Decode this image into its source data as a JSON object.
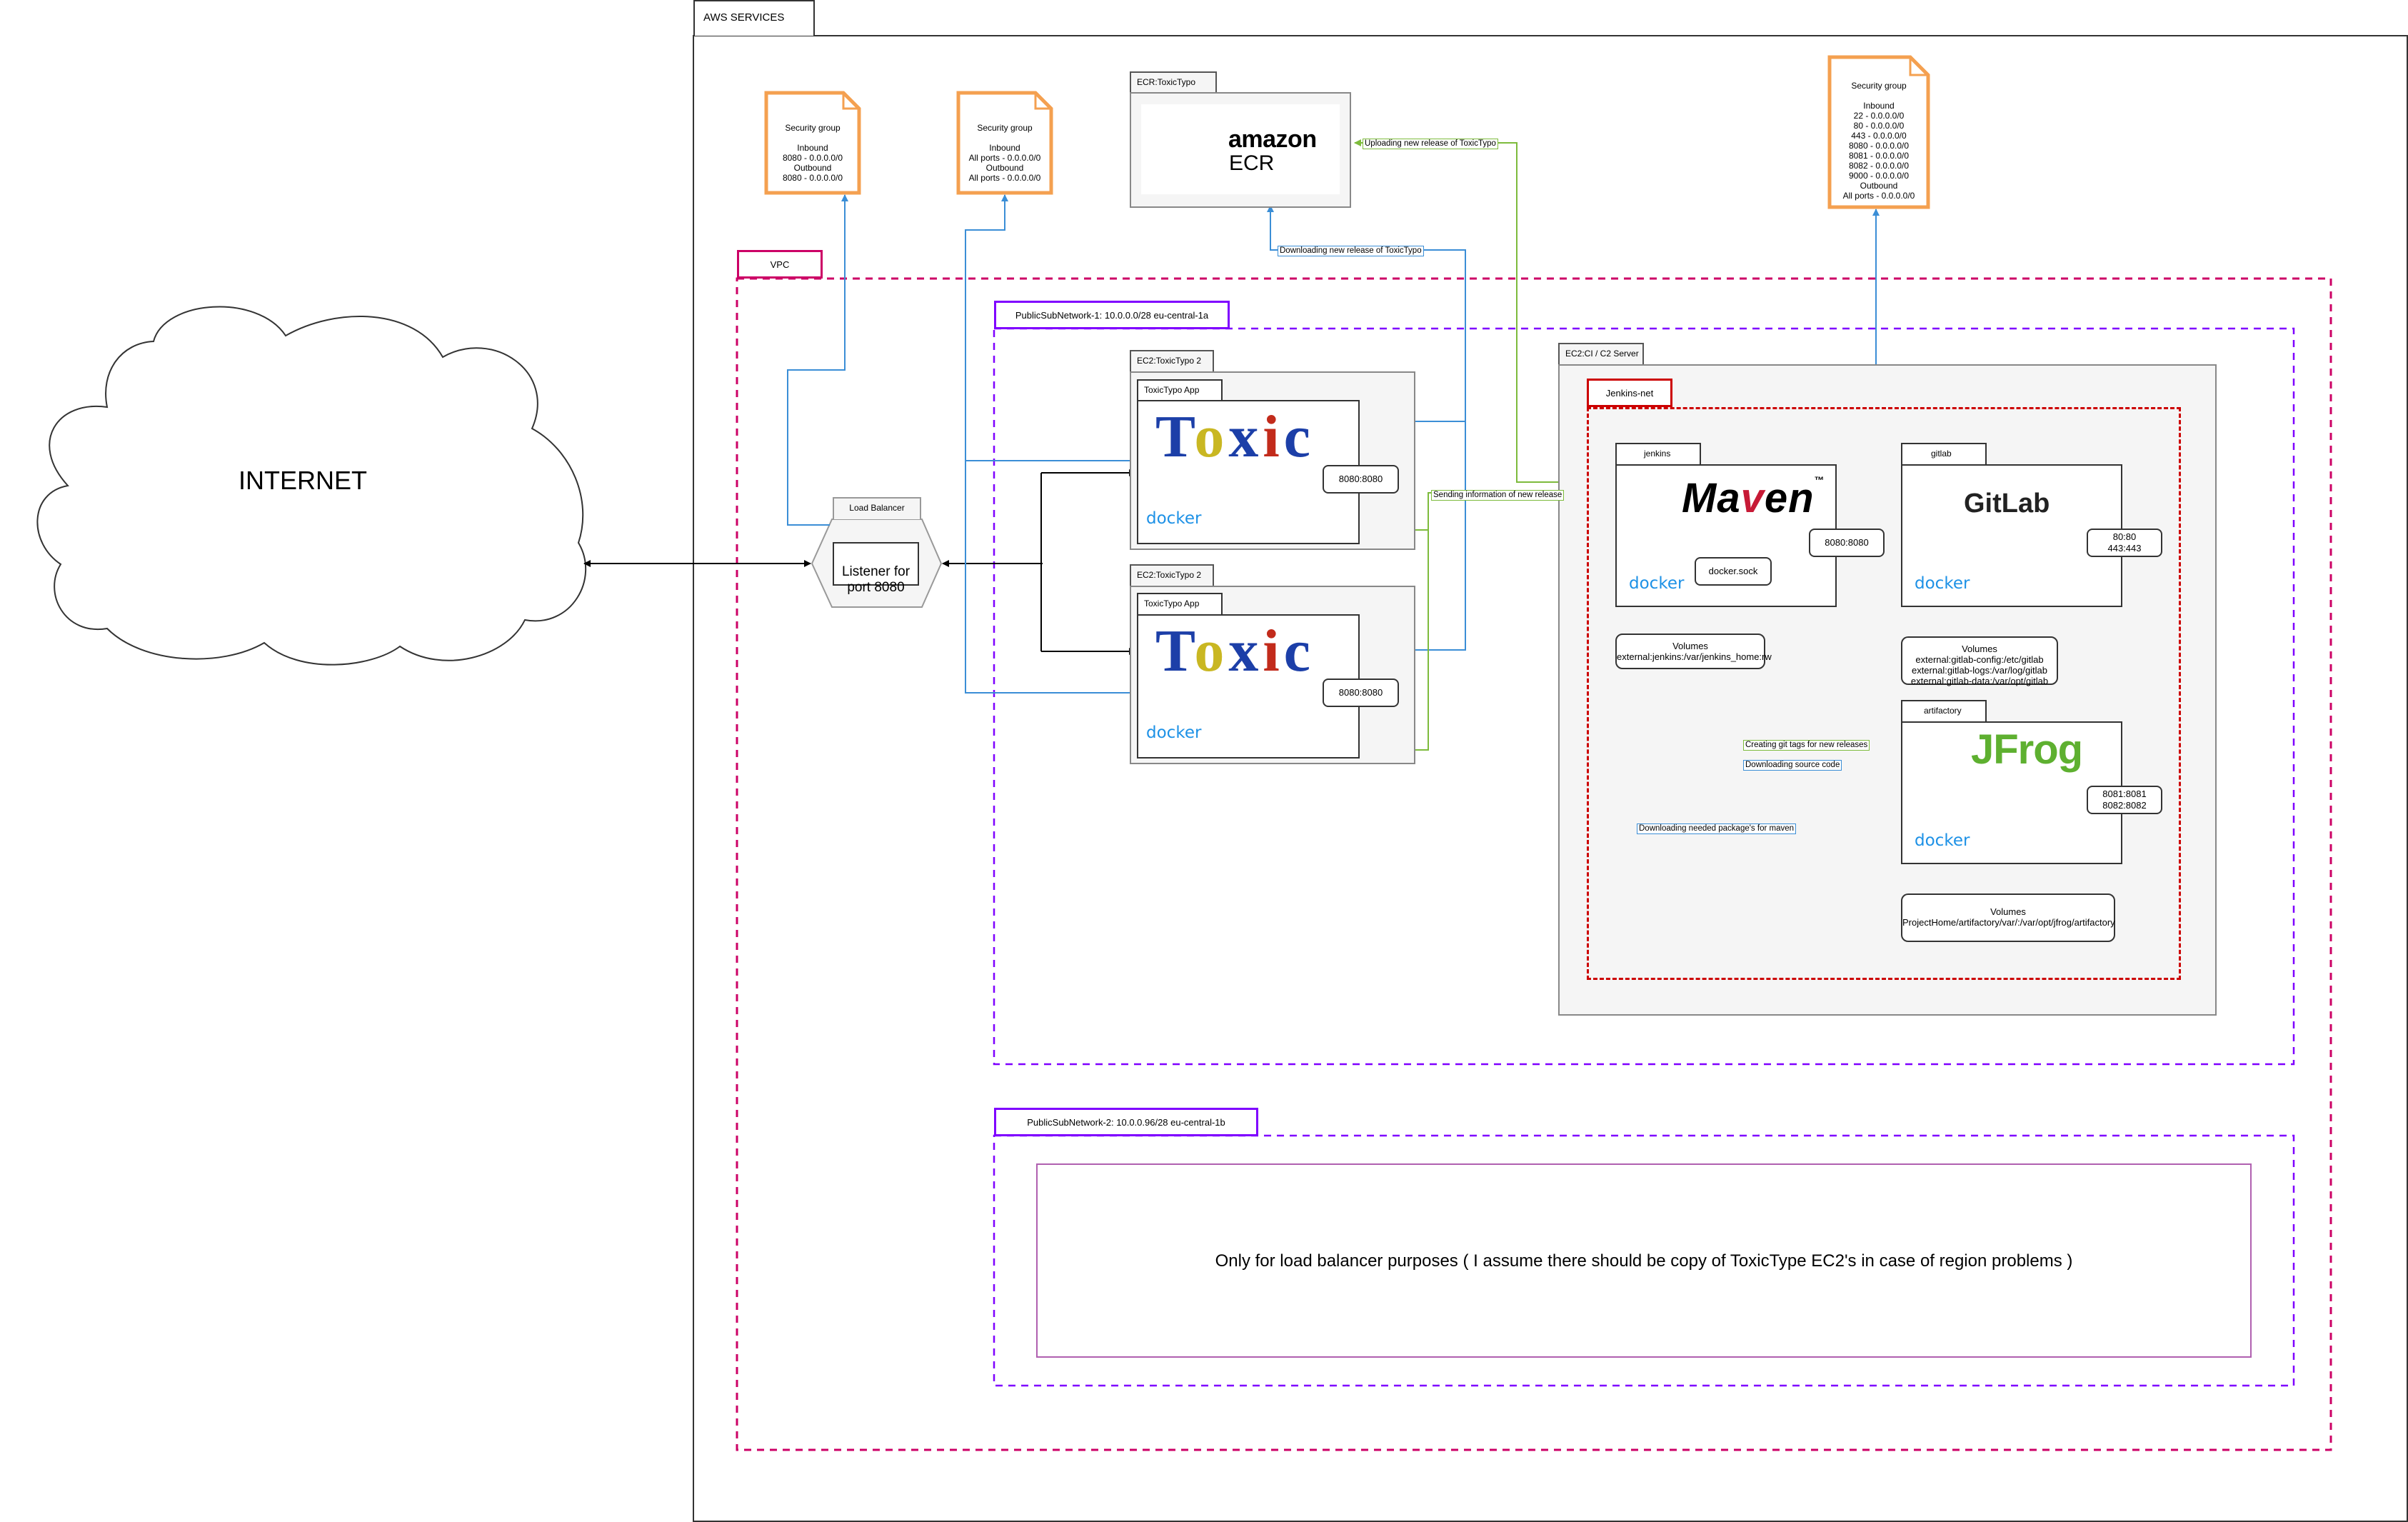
{
  "aws": {
    "tab": "AWS SERVICES"
  },
  "internet": {
    "label": "INTERNET"
  },
  "vpc": {
    "label": "VPC"
  },
  "subnet1": {
    "label": "PublicSubNetwork-1: 10.0.0.0/28 eu-central-1a"
  },
  "subnet2": {
    "label": "PublicSubNetwork-2: 10.0.0.96/28 eu-central-1b",
    "note": "Only for load balancer purposes ( I assume there should be copy of ToxicType EC2's in case of region problems )"
  },
  "load_balancer": {
    "tab": "Load Balancer",
    "listener": "Listener for\nport 8080"
  },
  "security_groups": [
    {
      "text": "Security group\n\nInbound\n8080 - 0.0.0.0/0\nOutbound\n8080 - 0.0.0.0/0"
    },
    {
      "text": "Security group\n\nInbound\nAll ports - 0.0.0.0/0\nOutbound\nAll ports - 0.0.0.0/0"
    },
    {
      "text": "Security group\n\nInbound\n22 - 0.0.0.0/0\n80 - 0.0.0.0/0\n443 - 0.0.0.0/0\n8080 - 0.0.0.0/0\n8081 - 0.0.0.0/0\n8082 - 0.0.0.0/0\n9000 - 0.0.0.0/0\nOutbound\nAll ports - 0.0.0.0/0"
    }
  ],
  "ecr": {
    "tab": "ECR:ToxicTypo",
    "logo_brand": "amazon",
    "logo_product": "ECR"
  },
  "ec2_app_1": {
    "tab": "EC2:ToxicTypo 2",
    "app_tab": "ToxicTypo App",
    "logo": "Toxic",
    "docker": "docker",
    "port": "8080:8080"
  },
  "ec2_app_2": {
    "tab": "EC2:ToxicTypo 2",
    "app_tab": "ToxicTypo App",
    "logo": "Toxic",
    "docker": "docker",
    "port": "8080:8080"
  },
  "ci_server": {
    "tab": "EC2:CI / C2 Server",
    "network": "Jenkins-net"
  },
  "jenkins": {
    "tab": "jenkins",
    "logo": "Maven",
    "docker": "docker",
    "sock": "docker.sock",
    "port": "8080:8080",
    "volumes": "Volumes\nexternal:jenkins:/var/jenkins_home:rw"
  },
  "gitlab": {
    "tab": "gitlab",
    "logo": "GitLab",
    "docker": "docker",
    "port": "80:80\n443:443",
    "volumes": "Volumes\nexternal:gitlab-config:/etc/gitlab\nexternal:gitlab-logs:/var/log/gitlab\nexternal:gitlab-data:/var/opt/gitlab"
  },
  "artifactory": {
    "tab": "artifactory",
    "logo": "JFrog",
    "docker": "docker",
    "port": "8081:8081\n8082:8082",
    "volumes": "Volumes\nProjectHome/artifactory/var/:/var/opt/jfrog/artifactory"
  },
  "edge_labels": {
    "upload": "Uploading new release of ToxicTypo",
    "download": "Downloading new release of ToxicTypo",
    "sending": "Sending information of new release",
    "git_tags": "Creating git tags for new releases",
    "source": "Downloading source code",
    "maven": "Downloading needed package's for maven"
  },
  "colors": {
    "vpc": "#cc0066",
    "subnet": "#7f00ff",
    "jenkins_net": "#cc0000",
    "security_group": "#f4a050",
    "blue_edge": "#3b8ed6",
    "green_edge": "#7dbb3c",
    "ecr": "#ee7a26",
    "docker": "#1d91e6",
    "gitlab": "#e24329",
    "jfrog": "#5eb030",
    "maven_red": "#c71a36"
  },
  "icons": [
    "cloud-icon",
    "document-icon",
    "ecr-icon",
    "docker-icon",
    "jenkins-icon",
    "gitlab-icon",
    "jfrog-icon"
  ]
}
